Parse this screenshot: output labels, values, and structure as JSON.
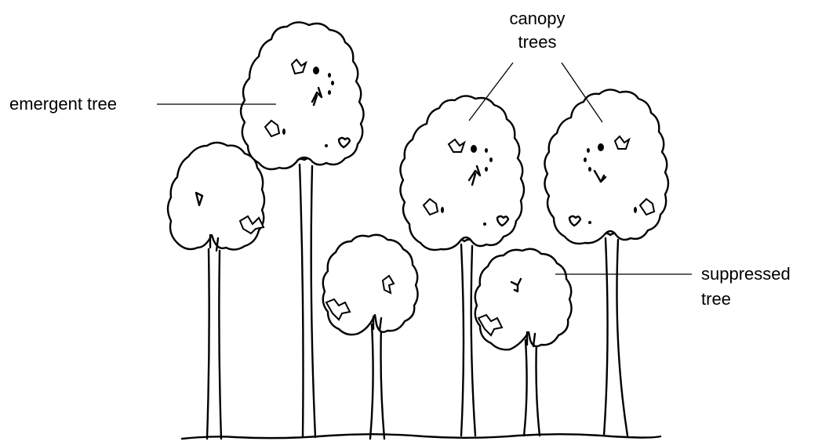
{
  "diagram": {
    "labels": {
      "emergent": "emergent tree",
      "canopy_line1": "canopy",
      "canopy_line2": "trees",
      "suppressed_line1": "suppressed",
      "suppressed_line2": "tree"
    },
    "colors": {
      "ink": "#000000",
      "background": "#ffffff"
    }
  }
}
